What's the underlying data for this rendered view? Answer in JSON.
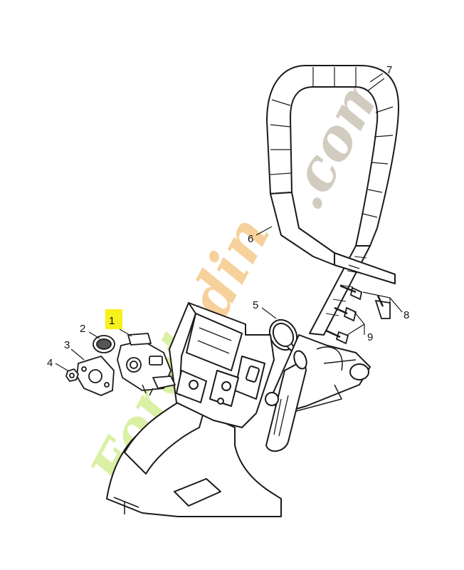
{
  "watermark": {
    "first": "Forêt",
    "second": "jardin",
    "suffix": ".com",
    "first_color": "#d7ef9c",
    "second_color": "#f5c98a",
    "suffix_color": "#c9c2b6"
  },
  "callouts": [
    {
      "id": "1",
      "label": "1",
      "highlighted": true
    },
    {
      "id": "2",
      "label": "2",
      "highlighted": false
    },
    {
      "id": "3",
      "label": "3",
      "highlighted": false
    },
    {
      "id": "4",
      "label": "4",
      "highlighted": false
    },
    {
      "id": "5",
      "label": "5",
      "highlighted": false
    },
    {
      "id": "6",
      "label": "6",
      "highlighted": false
    },
    {
      "id": "7",
      "label": "7",
      "highlighted": false
    },
    {
      "id": "8",
      "label": "8",
      "highlighted": false
    },
    {
      "id": "9",
      "label": "9",
      "highlighted": false
    }
  ],
  "highlight_color": "#f7f21b",
  "line_color": "#1a1a1a"
}
